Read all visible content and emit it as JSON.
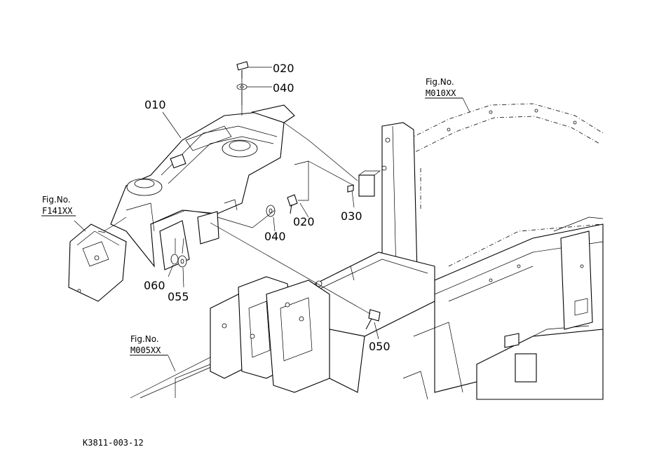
{
  "parts": {
    "p010": "010",
    "p020_top": "020",
    "p040_top": "040",
    "p020_mid": "020",
    "p040_mid": "040",
    "p030": "030",
    "p060": "060",
    "p055": "055",
    "p050": "050"
  },
  "fig_refs": {
    "m010": {
      "label": "Fig.No.",
      "code": "M010XX"
    },
    "f141": {
      "label": "Fig.No.",
      "code": "F141XX"
    },
    "m005": {
      "label": "Fig.No.",
      "code": "M005XX"
    }
  },
  "drawing_code": "K3811-003-12"
}
